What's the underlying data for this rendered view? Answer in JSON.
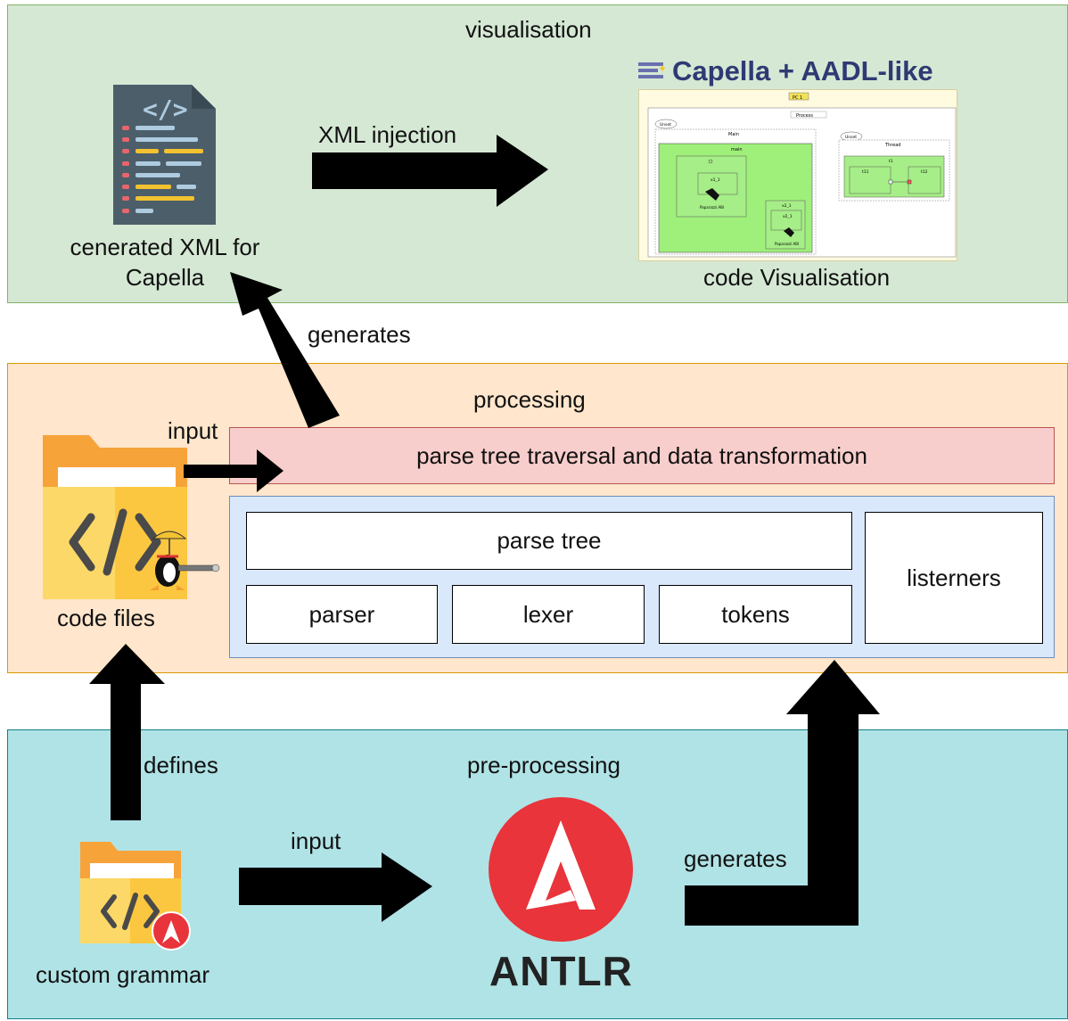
{
  "sections": {
    "visualisation": "visualisation",
    "processing": "processing",
    "pre_processing": "pre-processing"
  },
  "visualisation": {
    "xml_file_label_line1": "cenerated XML for",
    "xml_file_label_line2": "Capella",
    "xml_injection": "XML injection",
    "capella_title": "Capella + AADL-like",
    "code_visualisation": "code Visualisation",
    "screenshot": {
      "pc": "PC 1",
      "process": "Process",
      "unset_left": "Unset",
      "unset_right": "Unset",
      "main_upper": "Main",
      "main_lower": "main",
      "thread": "Thread",
      "t1": "t1",
      "t11": "t11",
      "t12": "t12",
      "x1": "x1_1",
      "x2": "x2_1",
      "x21": "x2_1",
      "paparazzi1": "Paparazzi ABI",
      "paparazzi2": "Paparazzi ABI"
    }
  },
  "processing": {
    "generates": "generates",
    "input": "input",
    "traversal": "parse tree traversal and data transformation",
    "parse_tree": "parse tree",
    "parser": "parser",
    "lexer": "lexer",
    "tokens": "tokens",
    "listeners": "listerners",
    "code_files": "code files"
  },
  "pre_processing": {
    "defines": "defines",
    "input": "input",
    "generates": "generates",
    "custom_grammar": "custom grammar",
    "antlr": "ANTLR"
  },
  "colors": {
    "vis_bg": "#d5e8d4",
    "proc_bg": "#ffe6cc",
    "pre_bg": "#b0e3e6",
    "red_box": "#f8cecc",
    "blue_box": "#dae8fc",
    "antlr_red": "#e8343a",
    "folder_yellow": "#fcc740",
    "folder_orange": "#f6a33a"
  },
  "icons": [
    "xml-file-icon",
    "code-folder-icon",
    "paparazzi-mascot-icon",
    "grammar-folder-icon",
    "antlr-logo-icon",
    "capella-logo-icon"
  ]
}
